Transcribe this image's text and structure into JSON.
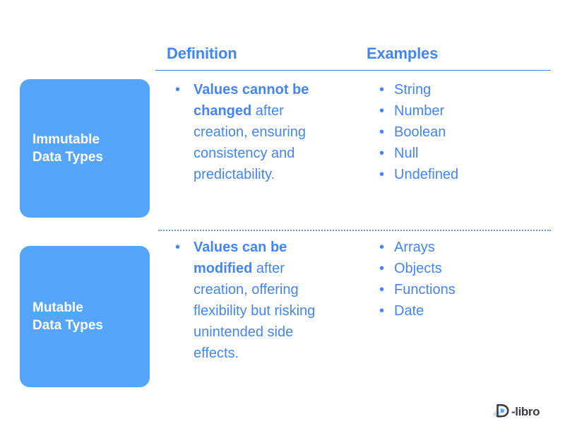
{
  "slide": {
    "table": {
      "headers": {
        "definition": "Definition",
        "examples": "Examples"
      },
      "rows": [
        {
          "card_label": "Immutable\nData Types",
          "definition": {
            "bullet_glyph": "•",
            "lead": "Values cannot be changed",
            "rest": " after creation, ensuring consistency and predictability."
          },
          "examples": [
            "String",
            "Number",
            "Boolean",
            "Null",
            "Undefined"
          ]
        },
        {
          "card_label": "Mutable\nData Types",
          "definition": {
            "bullet_glyph": "•",
            "lead": "Values can be modified",
            "rest": " after creation, offering flexibility but risking unintended side effects."
          },
          "examples": [
            "Arrays",
            "Objects",
            "Functions",
            "Date"
          ]
        }
      ]
    },
    "logo": {
      "wordmark": "-libro",
      "mark_icon": "d-libro-logo-icon"
    },
    "colors": {
      "accent_blue": "#4285f4",
      "card_blue": "#55a5fa",
      "divider_blue": "#5b9bf8",
      "card_text": "#ffffff",
      "logo_text": "#3b3b46",
      "background": "#ffffff"
    }
  }
}
